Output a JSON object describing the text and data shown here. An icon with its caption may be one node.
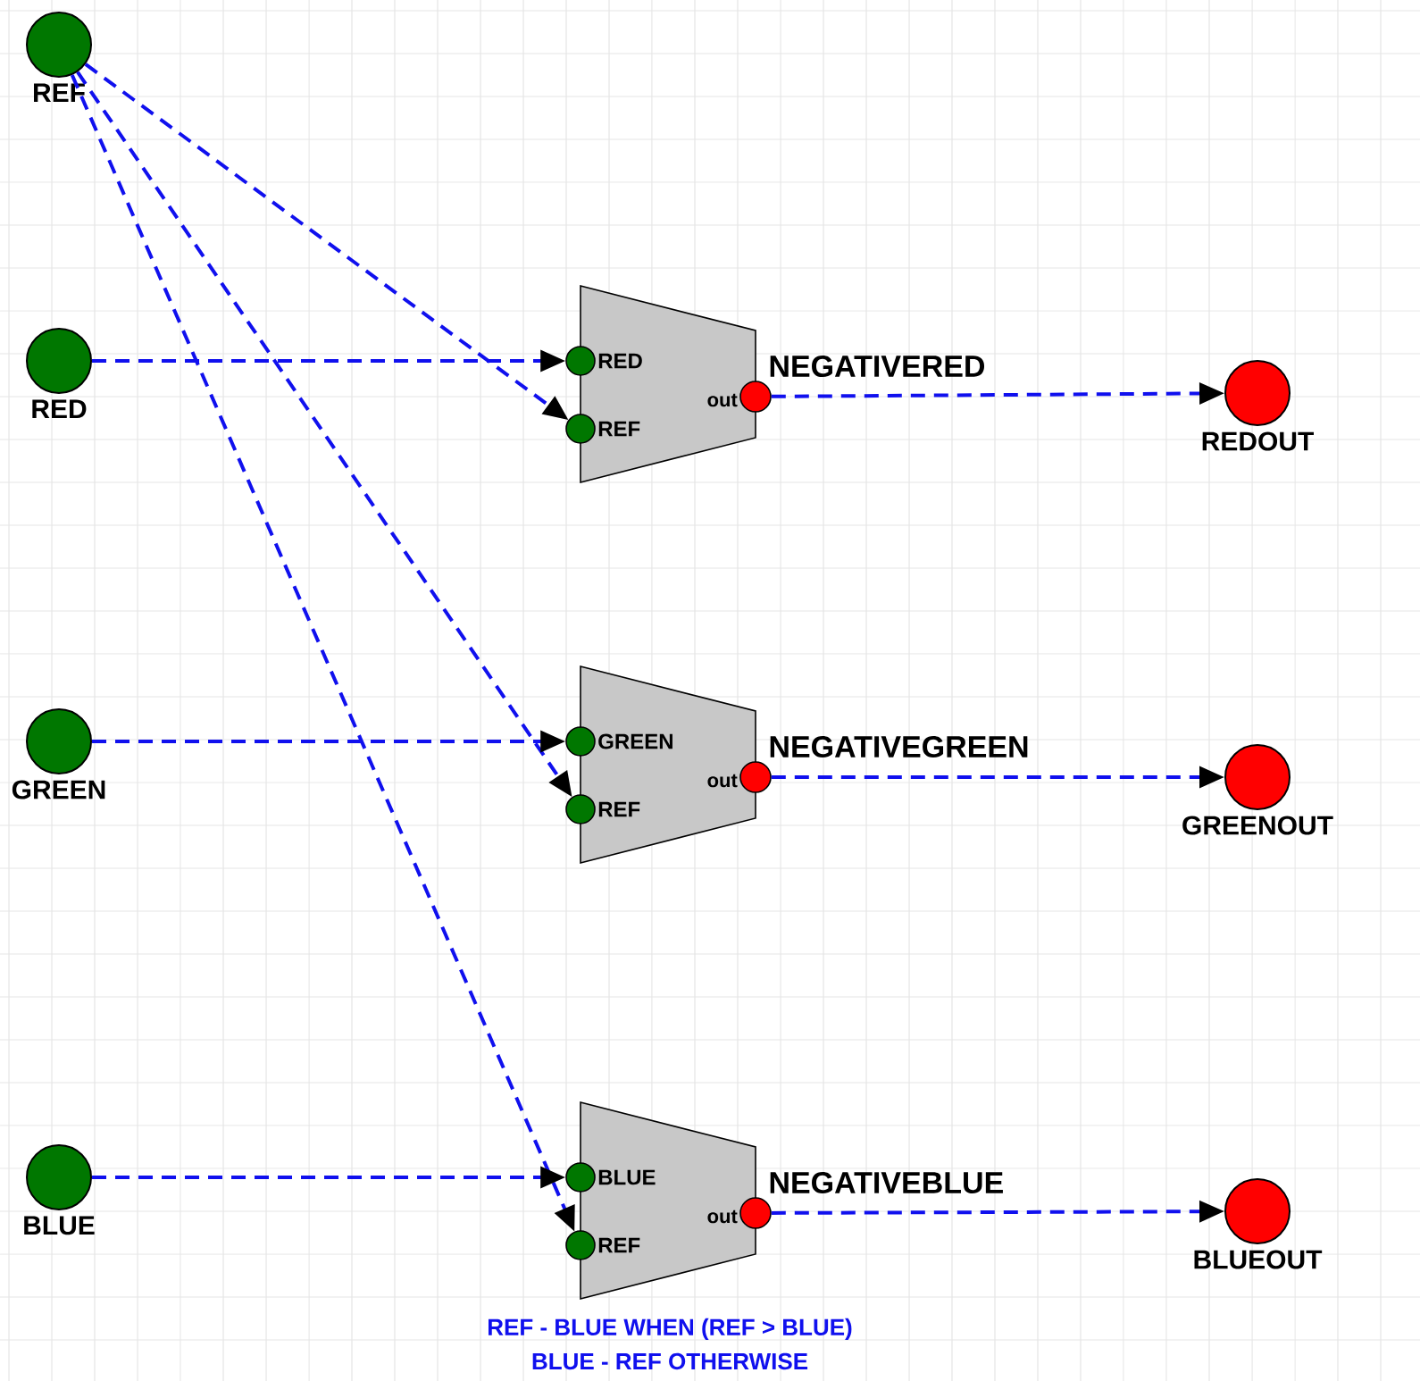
{
  "diagram": {
    "nodes": [
      {
        "text": [
          "REF"
        ]
      },
      {
        "text": [
          "RED"
        ]
      },
      {
        "text": [
          "GREEN"
        ]
      },
      {
        "text": [
          "BLUE"
        ]
      },
      {
        "text": [
          "NEGATIVERED"
        ]
      },
      {
        "text": [
          "RED"
        ],
        "in": 4
      },
      {
        "text": [
          "REF"
        ],
        "in": 4
      },
      {
        "text": [
          "out"
        ],
        "in": 4
      },
      {
        "text": [
          "NEGATIVEGREEN"
        ]
      },
      {
        "text": [
          "GREEN"
        ],
        "in": 8
      },
      {
        "text": [
          "REF"
        ],
        "in": 8
      },
      {
        "text": [
          "out"
        ],
        "in": 8
      },
      {
        "text": [
          "NEGATIVEBLUE"
        ]
      },
      {
        "text": [
          "BLUE"
        ],
        "in": 12
      },
      {
        "text": [
          "REF"
        ],
        "in": 12
      },
      {
        "text": [
          "out"
        ],
        "in": 12
      },
      {
        "text": [
          "REDOUT"
        ]
      },
      {
        "text": [
          "GREENOUT"
        ]
      },
      {
        "text": [
          "BLUEOUT"
        ]
      }
    ],
    "edges": [
      {
        "from": 0,
        "to": 6,
        "arrow": "to"
      },
      {
        "from": 0,
        "to": 10,
        "arrow": "to"
      },
      {
        "from": 0,
        "to": 14,
        "arrow": "to"
      },
      {
        "from": 1,
        "to": 5,
        "arrow": "to"
      },
      {
        "from": 2,
        "to": 9,
        "arrow": "to"
      },
      {
        "from": 3,
        "to": 13,
        "arrow": "to"
      },
      {
        "from": 7,
        "to": 16,
        "arrow": "to"
      },
      {
        "from": 11,
        "to": 17,
        "arrow": "to"
      },
      {
        "from": 15,
        "to": 18,
        "arrow": "to"
      }
    ],
    "labels": [
      "REF - BLUE WHEN (REF > BLUE)",
      "BLUE - REF OTHERWISE"
    ]
  }
}
